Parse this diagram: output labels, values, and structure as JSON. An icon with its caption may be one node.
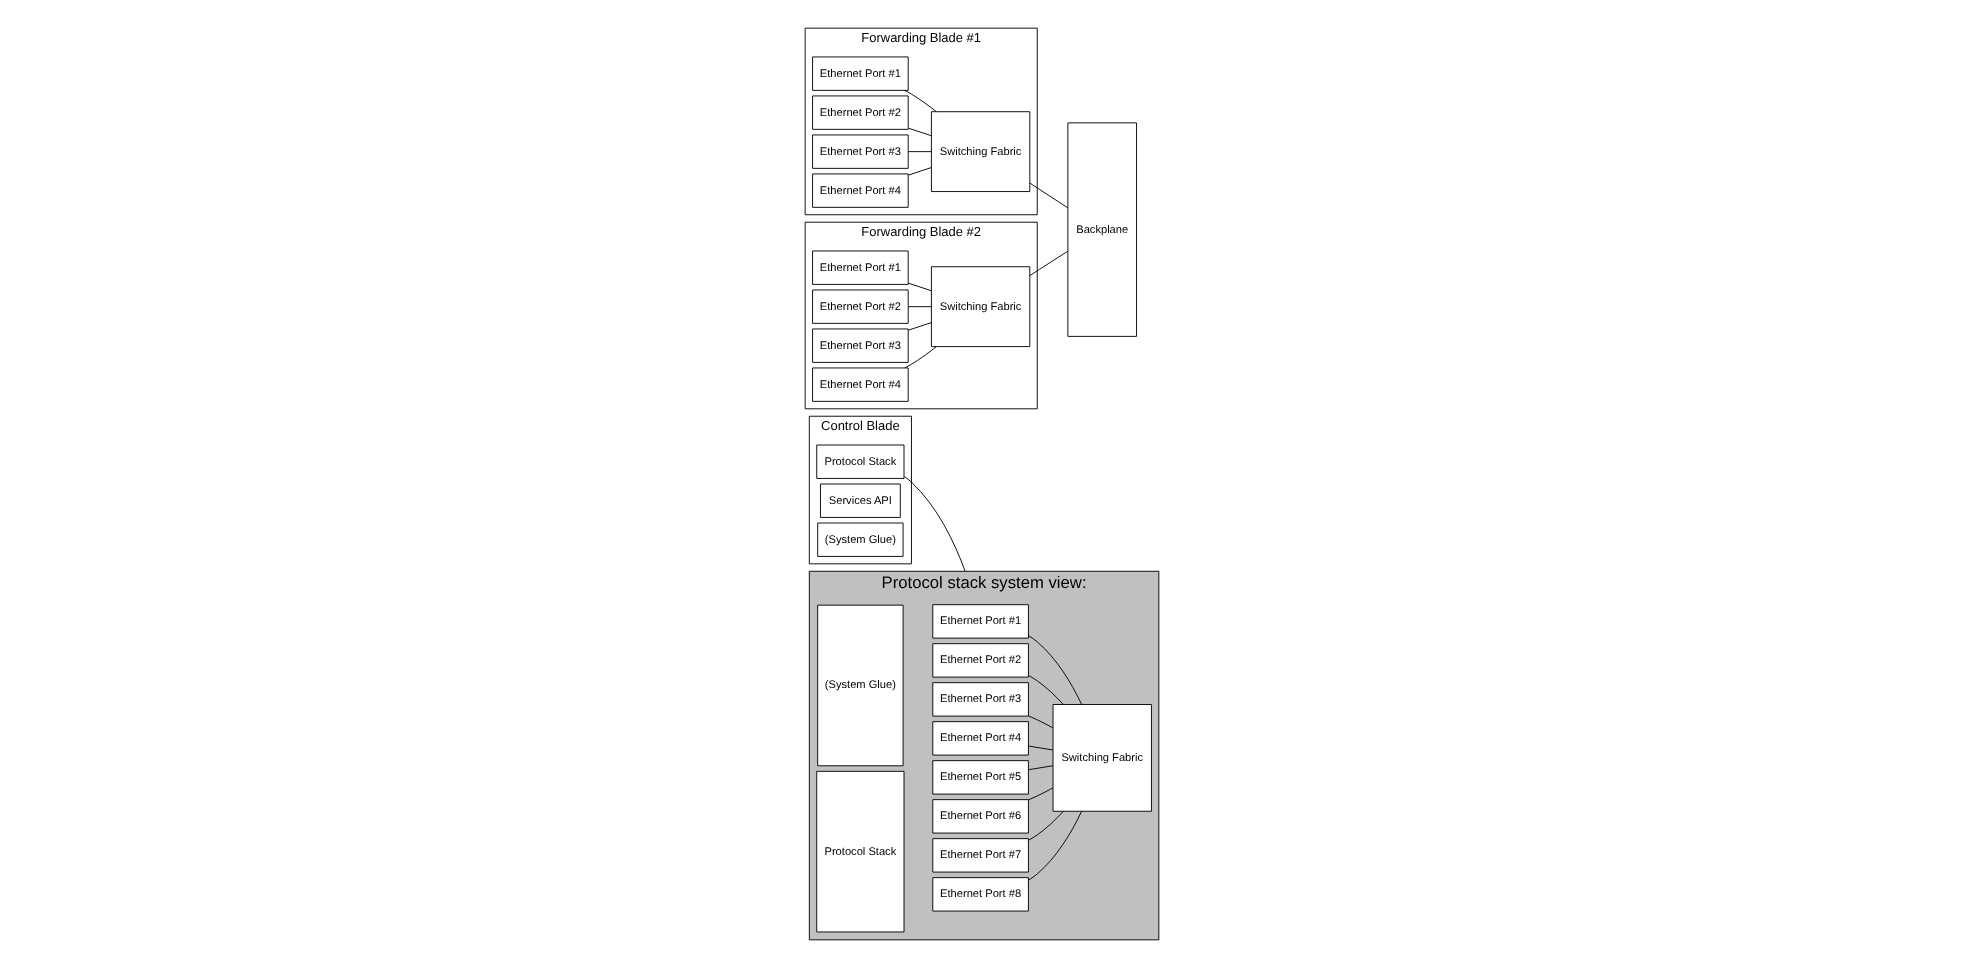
{
  "diagram": {
    "nodes": [
      {
        "text": [
          "Control Blade"
        ]
      },
      {
        "text": [
          "Protocol Stack"
        ],
        "in": 0
      },
      {
        "text": [
          "Services API"
        ],
        "in": 0
      },
      {
        "text": [
          "(System Glue)"
        ],
        "in": 0
      },
      {
        "text": [
          "Backplane"
        ]
      },
      {
        "text": [
          "Protocol stack system view:"
        ]
      },
      {
        "text": [
          "Ethernet Port #1"
        ],
        "in": 5
      },
      {
        "text": [
          "Ethernet Port #2"
        ],
        "in": 5
      },
      {
        "text": [
          "Ethernet Port #3"
        ],
        "in": 5
      },
      {
        "text": [
          "Ethernet Port #4"
        ],
        "in": 5
      },
      {
        "text": [
          "Ethernet Port #5"
        ],
        "in": 5
      },
      {
        "text": [
          "Ethernet Port #6"
        ],
        "in": 5
      },
      {
        "text": [
          "Ethernet Port #7"
        ],
        "in": 5
      },
      {
        "text": [
          "Ethernet Port #8"
        ],
        "in": 5
      },
      {
        "text": [
          "Switching Fabric"
        ],
        "in": 5
      },
      {
        "text": [
          "(System Glue)"
        ],
        "in": 5
      },
      {
        "text": [
          "Protocol Stack"
        ],
        "in": 5
      },
      {
        "text": [
          "Forwarding Blade #1"
        ]
      },
      {
        "text": [
          "Ethernet Port #1"
        ],
        "in": 17
      },
      {
        "text": [
          "Ethernet Port #2"
        ],
        "in": 17
      },
      {
        "text": [
          "Ethernet Port #3"
        ],
        "in": 17
      },
      {
        "text": [
          "Ethernet Port #4"
        ],
        "in": 17
      },
      {
        "text": [
          "Switching Fabric"
        ],
        "in": 17
      },
      {
        "text": [
          "Forwarding Blade #2"
        ]
      },
      {
        "text": [
          "Ethernet Port #1"
        ],
        "in": 23
      },
      {
        "text": [
          "Ethernet Port #2"
        ],
        "in": 23
      },
      {
        "text": [
          "Ethernet Port #3"
        ],
        "in": 23
      },
      {
        "text": [
          "Ethernet Port #4"
        ],
        "in": 23
      },
      {
        "text": [
          "Switching Fabric"
        ],
        "in": 23
      }
    ],
    "edges": [
      {
        "from": 1,
        "to": 5,
        "arrow": "none"
      },
      {
        "from": 6,
        "to": 14,
        "arrow": "none"
      },
      {
        "from": 7,
        "to": 14,
        "arrow": "none"
      },
      {
        "from": 8,
        "to": 14,
        "arrow": "none"
      },
      {
        "from": 9,
        "to": 14,
        "arrow": "none"
      },
      {
        "from": 10,
        "to": 14,
        "arrow": "none"
      },
      {
        "from": 11,
        "to": 14,
        "arrow": "none"
      },
      {
        "from": 12,
        "to": 14,
        "arrow": "none"
      },
      {
        "from": 13,
        "to": 14,
        "arrow": "none"
      },
      {
        "from": 18,
        "to": 22,
        "arrow": "none"
      },
      {
        "from": 19,
        "to": 22,
        "arrow": "none"
      },
      {
        "from": 20,
        "to": 22,
        "arrow": "none"
      },
      {
        "from": 21,
        "to": 22,
        "arrow": "none"
      },
      {
        "from": 22,
        "to": 4,
        "arrow": "none"
      },
      {
        "from": 24,
        "to": 28,
        "arrow": "none"
      },
      {
        "from": 25,
        "to": 28,
        "arrow": "none"
      },
      {
        "from": 26,
        "to": 28,
        "arrow": "none"
      },
      {
        "from": 27,
        "to": 28,
        "arrow": "none"
      },
      {
        "from": 28,
        "to": 4,
        "arrow": "none"
      }
    ]
  }
}
